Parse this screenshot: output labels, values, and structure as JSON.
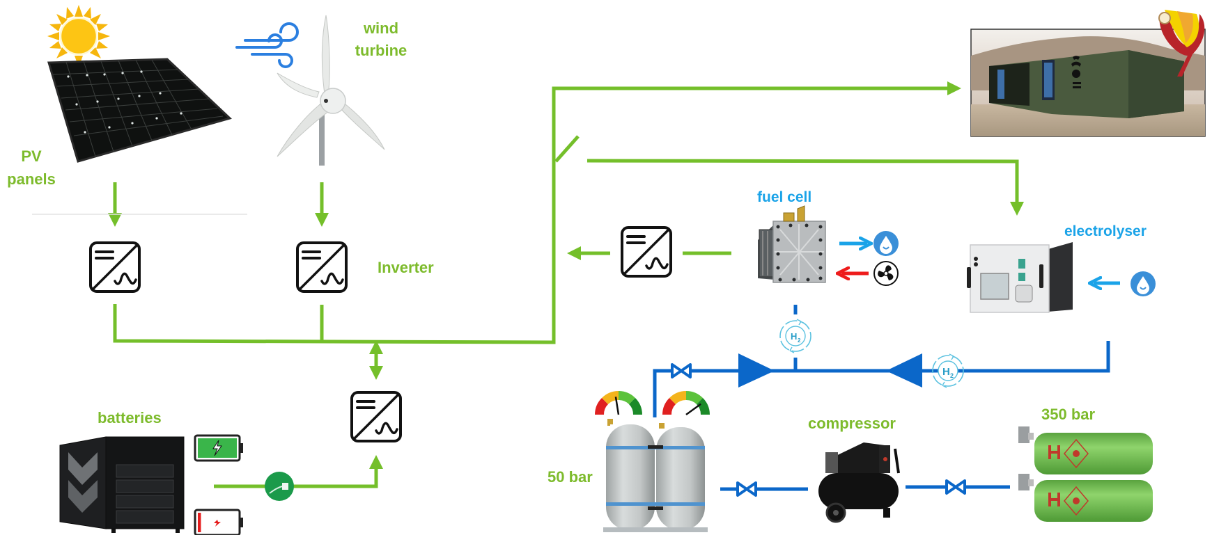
{
  "colors": {
    "power_line": "#74bf2a",
    "hydrogen_line": "#0b67c9",
    "label_green": "#7dbb2c",
    "label_blue": "#1aa3e8",
    "water_blue": "#3a8fd8",
    "air_red": "#ee1c1c"
  },
  "labels": {
    "pv_panels_line1": "PV",
    "pv_panels_line2": "panels",
    "wind_turbine_line1": "wind",
    "wind_turbine_line2": "turbine",
    "inverter": "Inverter",
    "batteries": "batteries",
    "fuel_cell": "fuel cell",
    "electrolyser": "electrolyser",
    "compressor": "compressor",
    "low_pressure_storage": "50 bar",
    "high_pressure_storage": "350 bar",
    "h2_symbol": "H",
    "h2_subscript": "2"
  },
  "components": {
    "generation": [
      "pv-panels",
      "wind-turbine"
    ],
    "conversion": [
      "inverter-pv",
      "inverter-wind",
      "inverter-battery",
      "inverter-fuel-cell"
    ],
    "storage": [
      "batteries",
      "tanks-50-bar",
      "cylinders-350-bar"
    ],
    "hydrogen": [
      "electrolyser",
      "fuel-cell",
      "compressor"
    ],
    "load": "shelter-building"
  },
  "gauges": {
    "tank_1_level": 0.45,
    "tank_2_level": 0.8
  },
  "battery_states": {
    "charged_level": 1.0,
    "depleted_level": 0.08
  }
}
